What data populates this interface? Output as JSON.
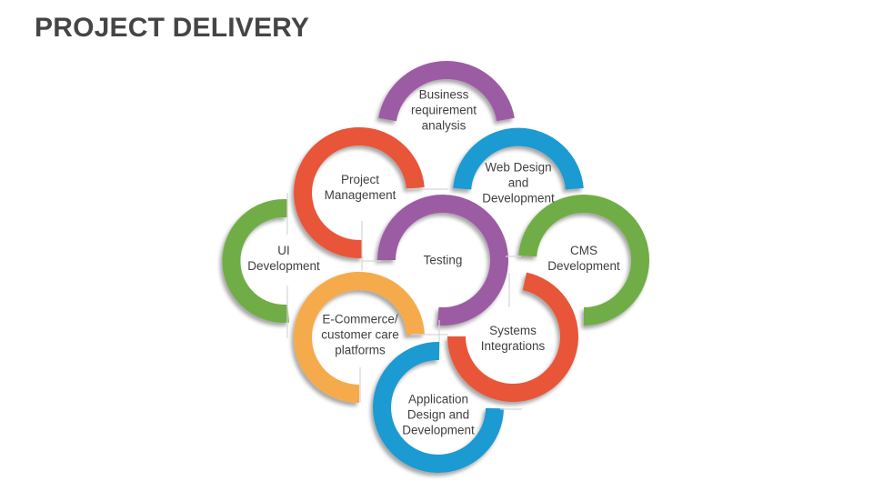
{
  "title": "PROJECT DELIVERY",
  "colors": {
    "background": "#FFFFFF",
    "title_text": "#454545",
    "label_text": "#3F3F3F",
    "purple": "#9C5BA4",
    "orange": "#E85438",
    "blue": "#1E9AD2",
    "green": "#71AD47",
    "yellow": "#F5AB4B"
  },
  "rings": [
    {
      "id": "business-requirement-analysis",
      "label": "Business\nrequirement\nanalysis",
      "color": "#9C5BA4"
    },
    {
      "id": "project-management",
      "label": "Project\nManagement",
      "color": "#E85438"
    },
    {
      "id": "web-design-and-development",
      "label": "Web Design\nand\nDevelopment",
      "color": "#1E9AD2"
    },
    {
      "id": "ui-development",
      "label": "UI\nDevelopment",
      "color": "#71AD47"
    },
    {
      "id": "testing",
      "label": "Testing",
      "color": "#9C5BA4"
    },
    {
      "id": "cms-development",
      "label": "CMS\nDevelopment",
      "color": "#71AD47"
    },
    {
      "id": "e-commerce-customer-care-platforms",
      "label": "E-Commerce/\ncustomer care\nplatforms",
      "color": "#F5AB4B"
    },
    {
      "id": "systems-integrations",
      "label": "Systems\nIntegrations",
      "color": "#E85438"
    },
    {
      "id": "application-design-and-development",
      "label": "Application\nDesign and\nDevelopment",
      "color": "#1E9AD2"
    }
  ]
}
